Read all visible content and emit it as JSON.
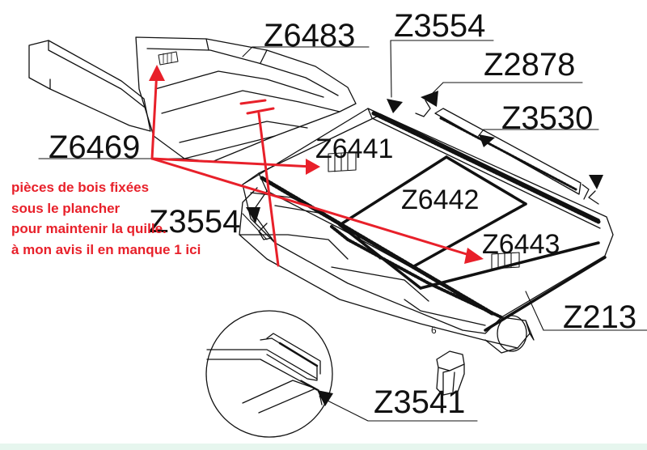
{
  "diagram": {
    "part_labels": {
      "z6483": "Z6483",
      "z3554_top": "Z3554",
      "z2878": "Z2878",
      "z3530": "Z3530",
      "z6469": "Z6469",
      "z6441": "Z6441",
      "z6442": "Z6442",
      "z3554_left": "Z3554",
      "z6443": "Z6443",
      "z213": "Z213",
      "z3541": "Z3541"
    },
    "annotation": {
      "line1": "pièces de bois fixées",
      "line2": "sous le plancher",
      "line3": "pour maintenir la quille.",
      "line4": "à mon avis il en manque 1 ici"
    },
    "colors": {
      "annotation": "#e8202a",
      "ink": "#111111",
      "background": "#ffffff"
    }
  }
}
